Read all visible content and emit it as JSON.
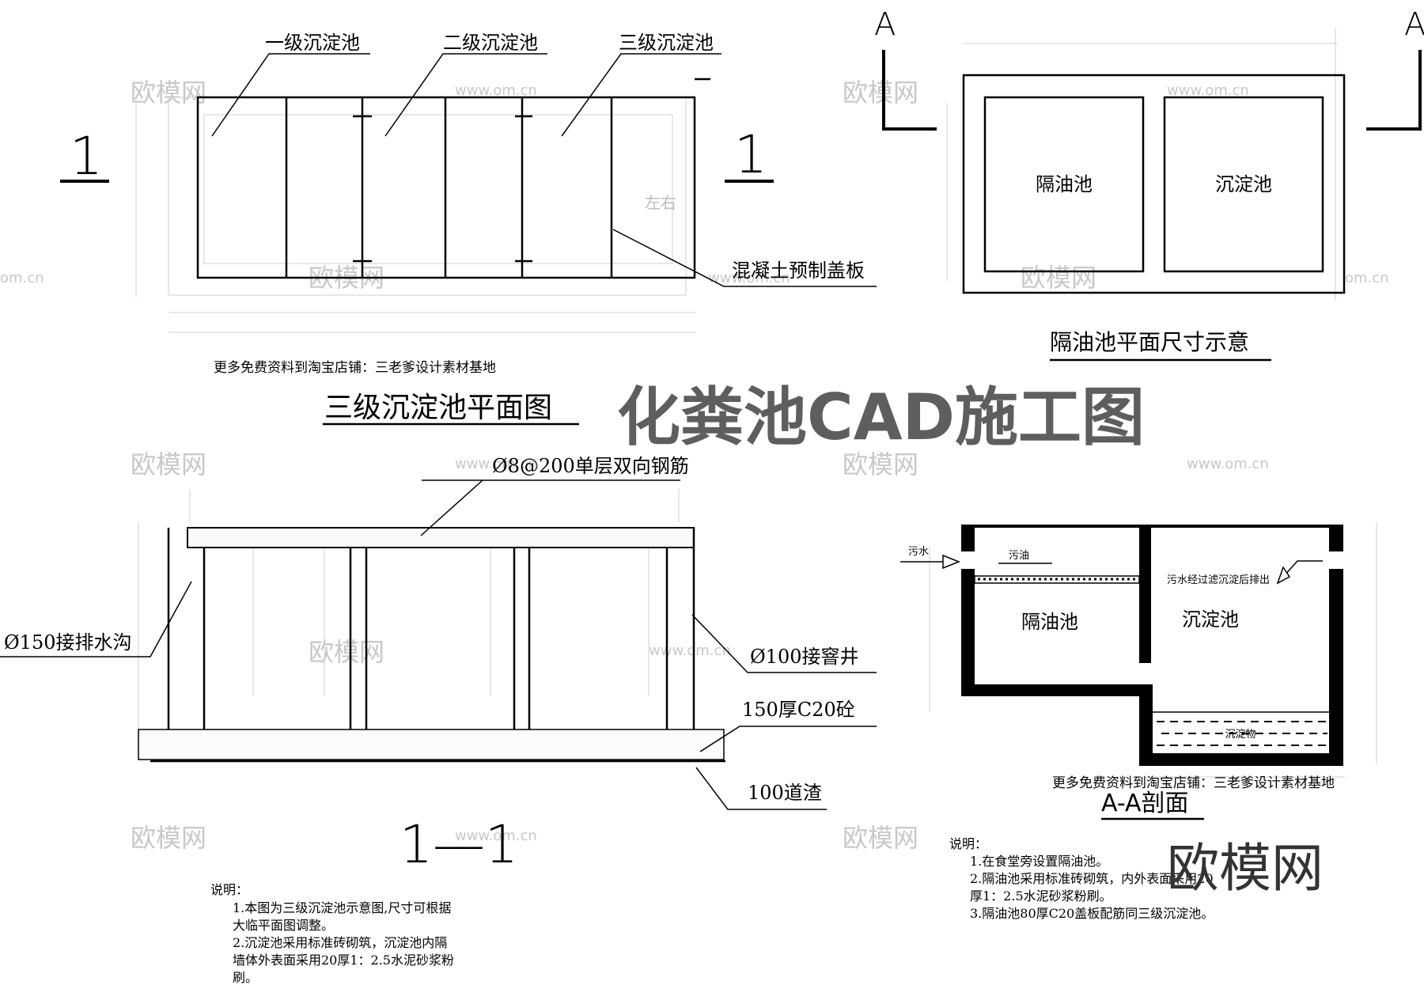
{
  "page": {
    "main_title": "化粪池CAD施工图",
    "watermark_brand": "欧模网",
    "watermark_small": "欧模网",
    "watermark_url": "www.om.cn",
    "watermark_url2": "om.cn",
    "dim_hint": "左右"
  },
  "plan1": {
    "label_1": "一级沉淀池",
    "label_2": "二级沉淀池",
    "label_3": "三级沉淀池",
    "section_mark": "1",
    "cover_label": "混凝土预制盖板",
    "shop_note": "更多免费资料到淘宝店铺：三老爹设计素材基地",
    "title": "三级沉淀池平面图"
  },
  "plan2": {
    "section_mark": "A",
    "room_left": "隔油池",
    "room_right": "沉淀池",
    "title": "隔油池平面尺寸示意"
  },
  "section11": {
    "rebar": "Ø8@200单层双向钢筋",
    "pipe_left": "Ø150接排水沟",
    "pipe_right": "Ø100接窨井",
    "base_slab": "150厚C20砼",
    "gravel": "100道渣",
    "title": "1—1",
    "notes_title": "说明：",
    "notes": [
      "1.本图为三级沉淀池示意图,尺寸可根据",
      "大临平面图调整。",
      "2.沉淀池采用标准砖砌筑，沉淀池内隔",
      "墙体外表面采用20厚1：2.5水泥砂浆粉",
      "刷。"
    ]
  },
  "sectionAA": {
    "inlet": "污水",
    "oil": "污油",
    "room_left": "隔油池",
    "room_right": "沉淀池",
    "outlet": "污水经过滤沉淀后排出",
    "sediment": "沉淀物",
    "shop_note": "更多免费资料到淘宝店铺：三老爹设计素材基地",
    "title": "A-A剖面",
    "notes_title": "说明：",
    "notes": [
      "1.在食堂旁设置隔油池。",
      "2.隔油池采用标准砖砌筑，内外表面采用20",
      "厚1：2.5水泥砂浆粉刷。",
      "3.隔油池80厚C20盖板配筋同三级沉淀池。"
    ]
  }
}
